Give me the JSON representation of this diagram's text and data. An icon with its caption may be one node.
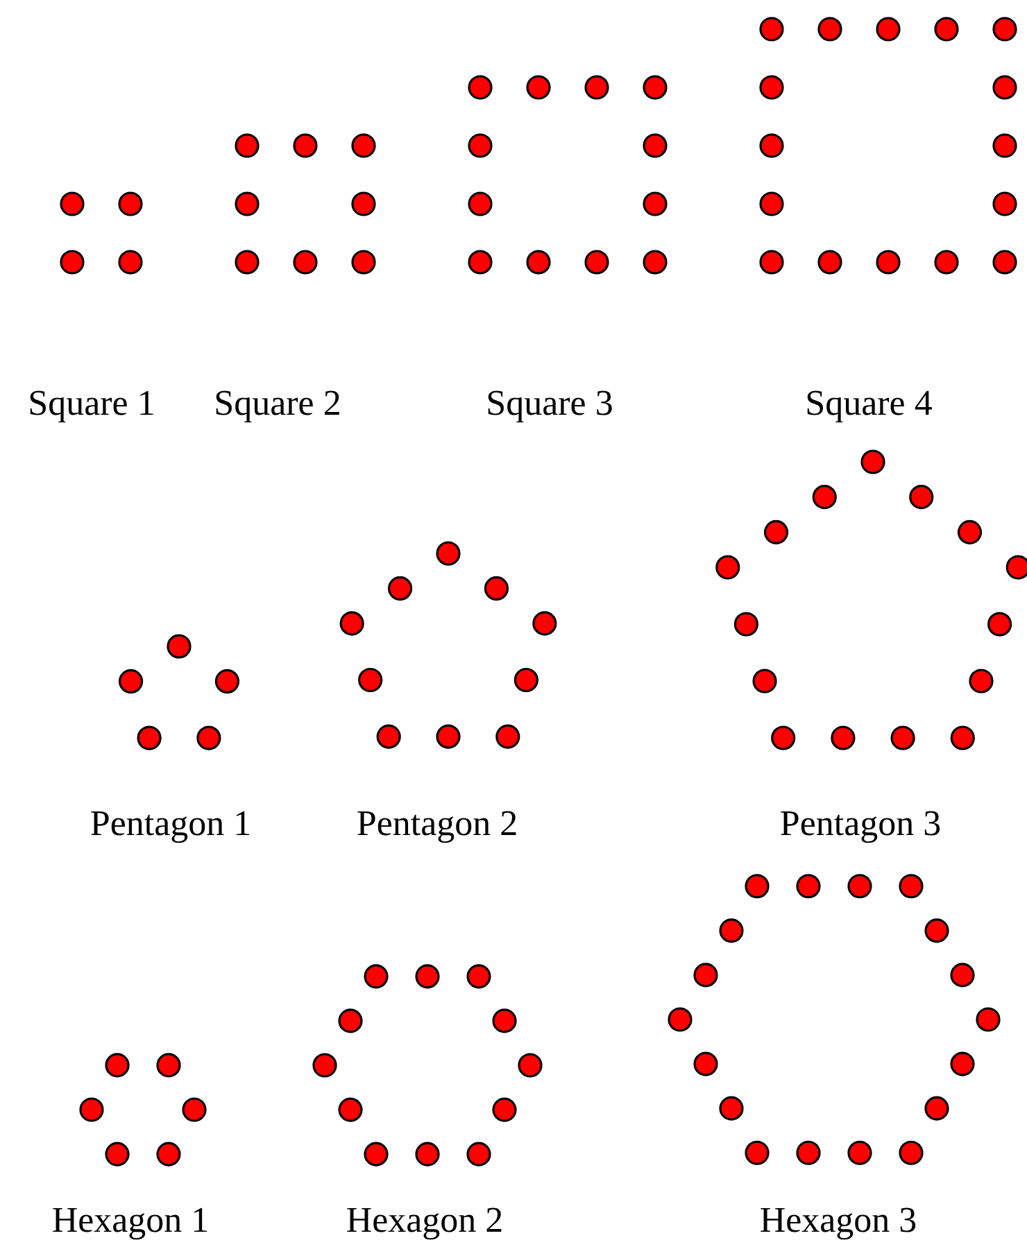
{
  "diagram": {
    "labels": [
      "Square 1",
      "Square 2",
      "Square 3",
      "Square 4",
      "Pentagon 1",
      "Pentagon 2",
      "Pentagon 3",
      "Hexagon 1",
      "Hexagon 2",
      "Hexagon 3"
    ]
  }
}
